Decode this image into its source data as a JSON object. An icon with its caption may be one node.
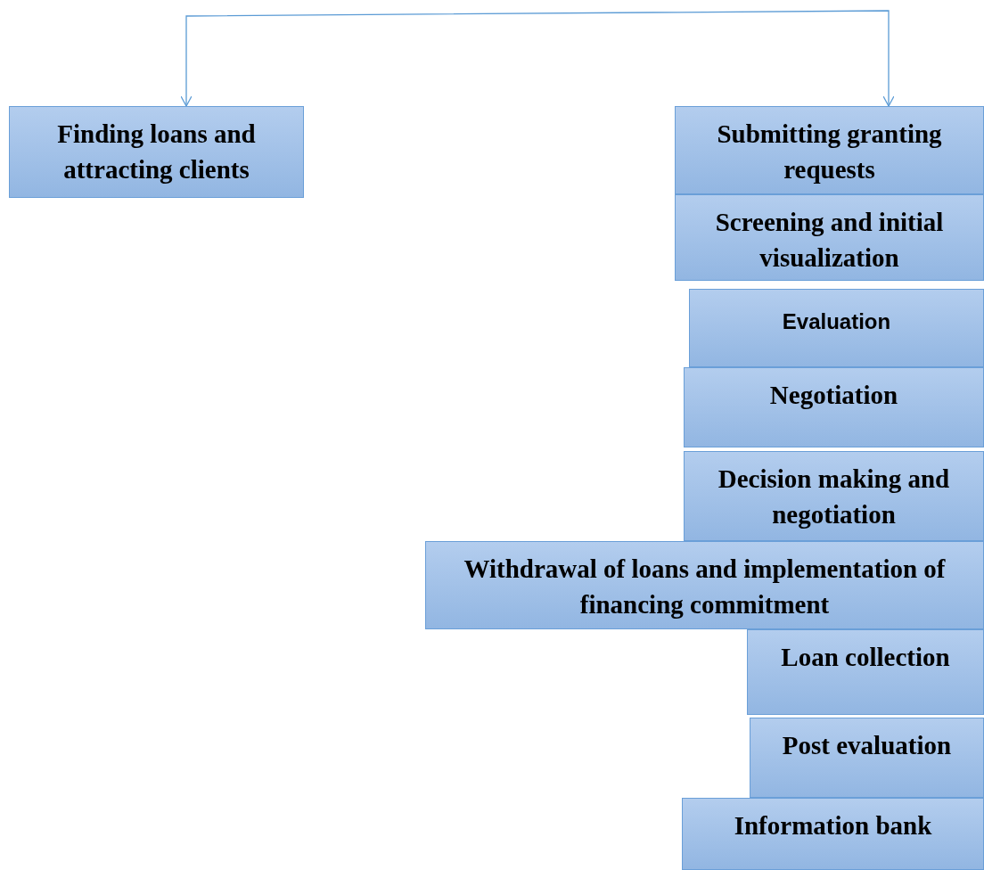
{
  "diagram": {
    "nodes": [
      {
        "text": [
          "Finding loans and attracting clients"
        ]
      },
      {
        "text": [
          "Submitting granting requests"
        ]
      },
      {
        "text": [
          "Screening and initial visualization"
        ]
      },
      {
        "text": [
          "Evaluation"
        ]
      },
      {
        "text": [
          "Negotiation"
        ]
      },
      {
        "text": [
          "Decision making and negotiation"
        ]
      },
      {
        "text": [
          "Withdrawal of loans and implementation of financing commitment"
        ]
      },
      {
        "text": [
          "Loan collection"
        ]
      },
      {
        "text": [
          "Post evaluation"
        ]
      },
      {
        "text": [
          "Information bank"
        ]
      }
    ],
    "edges": [
      {
        "from": 0,
        "to": 1,
        "arrow": "both"
      }
    ]
  }
}
